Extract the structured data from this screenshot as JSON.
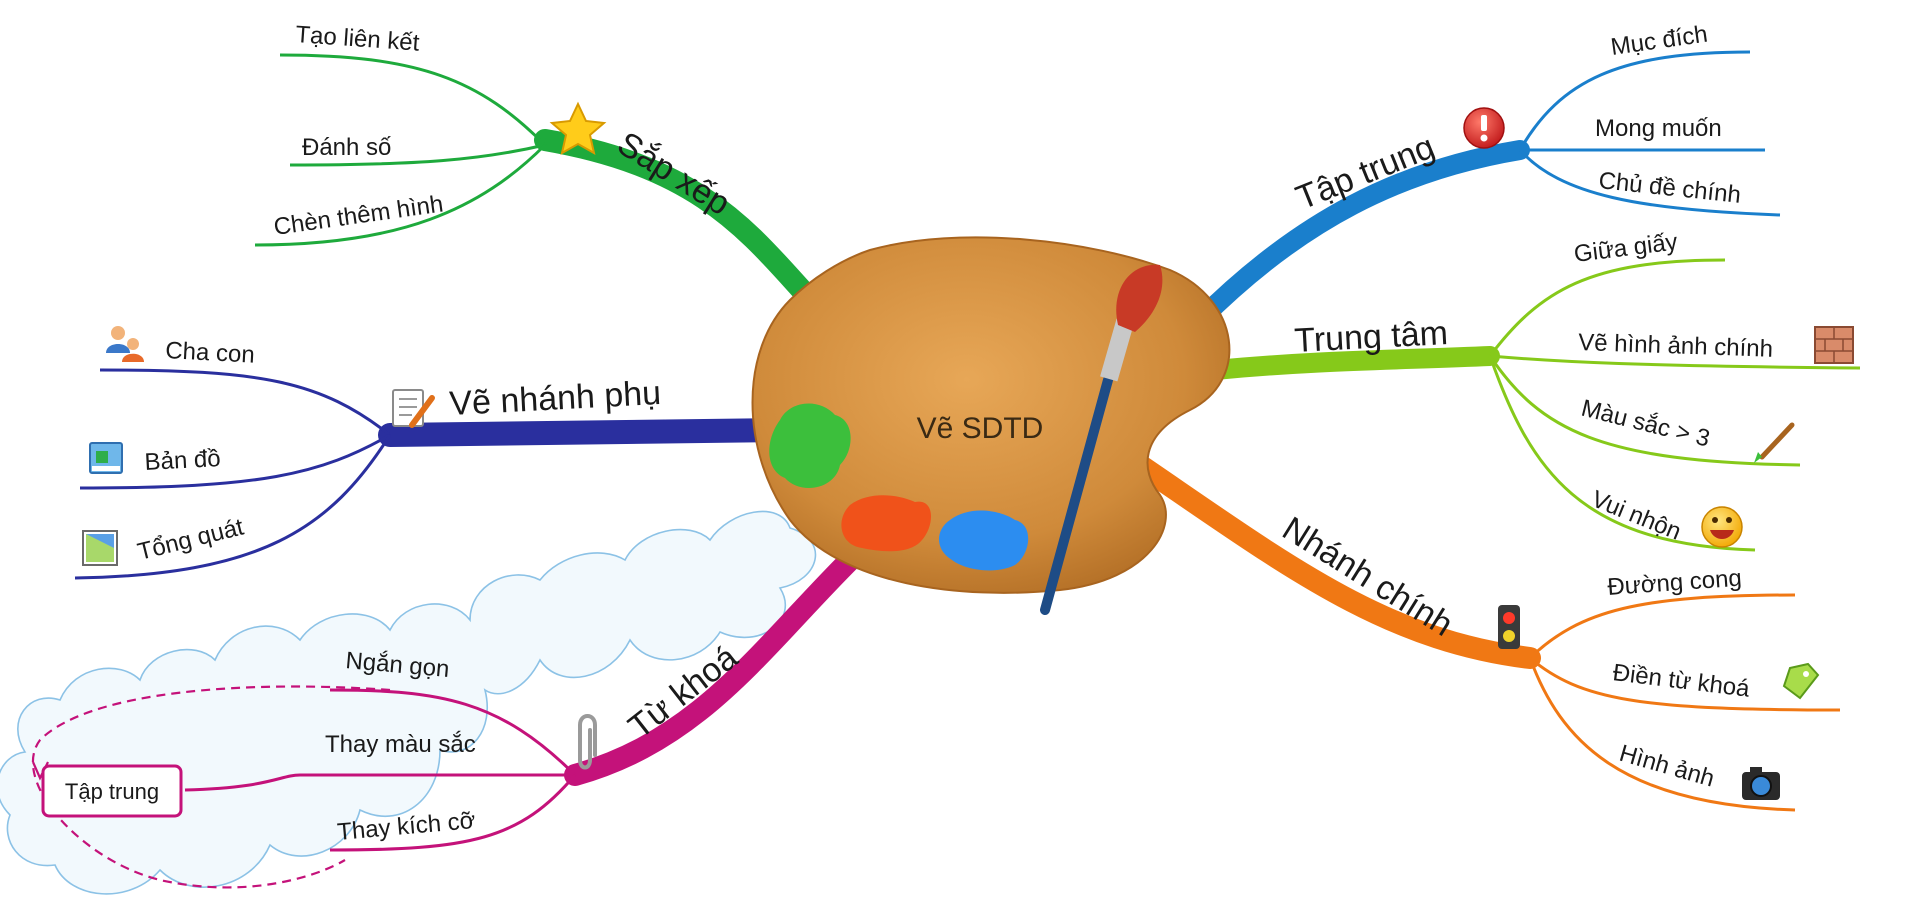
{
  "center": {
    "label": "Vẽ SDTD",
    "icon": "painter-palette-icon"
  },
  "branches": {
    "sap_xep": {
      "label": "Sắp xếp",
      "color": "#1eaa3c",
      "icon": "star-icon",
      "children": [
        "Tạo liên kết",
        "Đánh số",
        "Chèn thêm hình"
      ]
    },
    "ve_nhanh_phu": {
      "label": "Vẽ nhánh phụ",
      "color": "#2a2f9e",
      "icon": "notepad-pencil-icon",
      "children": [
        {
          "label": "Cha con",
          "icon": "parent-child-users-icon"
        },
        {
          "label": "Bản đồ",
          "icon": "map-window-icon"
        },
        {
          "label": "Tổng quát",
          "icon": "overview-chart-icon"
        }
      ]
    },
    "tu_khoa": {
      "label": "Từ khoá",
      "color": "#c4127a",
      "icon": "paperclip-icon",
      "children": [
        "Ngắn gọn",
        "Thay màu sắc",
        "Thay kích cỡ"
      ],
      "boundary_color": "#7fb8e0"
    },
    "tap_trung": {
      "label": "Tập trung",
      "color": "#1a7fcc",
      "icon": "exclamation-icon",
      "children": [
        "Mục đích",
        "Mong muốn",
        "Chủ đề chính"
      ]
    },
    "trung_tam": {
      "label": "Trung tâm",
      "color": "#86c91a",
      "children": [
        {
          "label": "Giữa giấy"
        },
        {
          "label": "Vẽ hình ảnh chính",
          "icon": "brick-wall-icon"
        },
        {
          "label": "Màu sắc > 3",
          "icon": "paintbrush-icon"
        },
        {
          "label": "Vui nhộn",
          "icon": "smiley-face-icon"
        }
      ]
    },
    "nhanh_chinh": {
      "label": "Nhánh chính",
      "color": "#f07814",
      "icon": "traffic-light-icon",
      "children": [
        {
          "label": "Đường cong"
        },
        {
          "label": "Điền từ khoá",
          "icon": "tag-icon"
        },
        {
          "label": "Hình ảnh",
          "icon": "camera-icon"
        }
      ]
    }
  },
  "callout": {
    "label": "Tập trung",
    "border_color": "#c4127a"
  }
}
